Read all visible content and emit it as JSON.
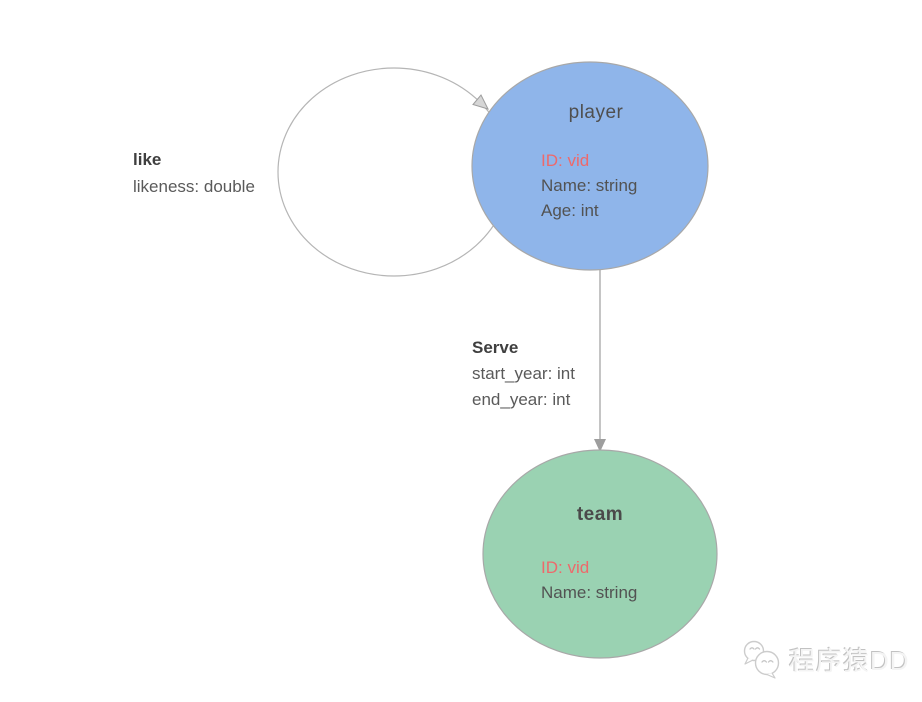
{
  "nodes": {
    "player": {
      "title": "player",
      "props": [
        "ID: vid",
        "Name: string",
        "Age: int"
      ],
      "fill": "#8fb5ea",
      "stroke": "#a8a8a8"
    },
    "team": {
      "title": "team",
      "props": [
        "ID: vid",
        "Name: string"
      ],
      "fill": "#9ad2b2",
      "stroke": "#a8a8a8"
    }
  },
  "edges": {
    "like": {
      "label": "like",
      "props": [
        "likeness: double"
      ]
    },
    "serve": {
      "label": "Serve",
      "props": [
        "start_year: int",
        "end_year: int"
      ]
    }
  },
  "watermark": {
    "text": "程序猿DD"
  },
  "colors": {
    "highlight_text": "#ee696b",
    "loop_stroke": "#b5b5b5",
    "serve_stroke": "#9e9e9e",
    "loop_arrow_fill": "#d6d6d6",
    "serve_arrow_fill": "#9e9e9e"
  }
}
